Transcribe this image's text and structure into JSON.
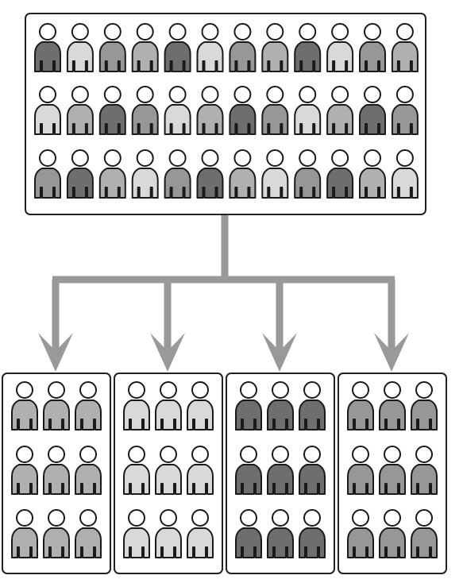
{
  "diagram": {
    "population": {
      "rows": [
        [
          "dark",
          "light",
          "mid",
          "midlight",
          "dark",
          "light",
          "mid",
          "midlight",
          "dark",
          "light",
          "mid",
          "midlight"
        ],
        [
          "light",
          "midlight",
          "dark",
          "mid",
          "light",
          "midlight",
          "dark",
          "mid",
          "light",
          "midlight",
          "dark",
          "mid"
        ],
        [
          "mid",
          "dark",
          "midlight",
          "light",
          "mid",
          "dark",
          "midlight",
          "light",
          "mid",
          "dark",
          "midlight",
          "light"
        ]
      ]
    },
    "groups": [
      {
        "shade": "midlight"
      },
      {
        "shade": "light"
      },
      {
        "shade": "dark"
      },
      {
        "shade": "mid"
      }
    ],
    "group_rows": 3,
    "group_cols": 3
  },
  "colors": {
    "dark": "#6e6e6e",
    "mid": "#979797",
    "midlight": "#b0b0b0",
    "light": "#d9d9d9",
    "head": "#ffffff",
    "outline": "#1a1a1a",
    "connector": "#999999",
    "box_border": "#222222"
  },
  "icons": {
    "person": "person-icon",
    "arrow": "arrow-down-icon"
  }
}
